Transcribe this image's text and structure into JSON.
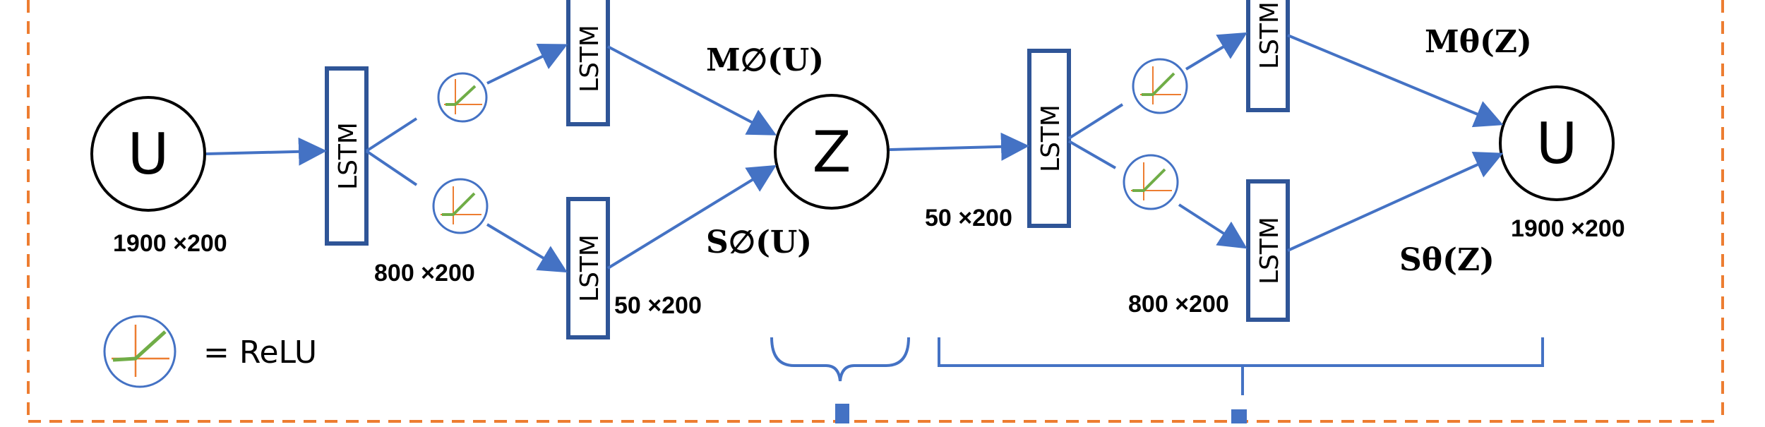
{
  "nodes": {
    "input_u": "U",
    "latent_z": "Z",
    "output_u": "U"
  },
  "lstm_label": "LSTM",
  "dims": {
    "input": "1900 ×200",
    "enc_lstm1": "800 ×200",
    "enc_lstm2": "50 ×200",
    "dec_lstm1": "50 ×200",
    "dec_lstm2": "800 ×200",
    "output": "1900 ×200"
  },
  "equations": {
    "m_phi_u": "M∅(U)",
    "s_phi_u": "S∅(U)",
    "m_theta_z": "Mθ(Z)",
    "s_theta_z": "Sθ(Z)"
  },
  "legend": {
    "label": "= ReLU"
  },
  "colors": {
    "accent_blue": "#4472c4",
    "box_blue": "#2f5597",
    "dashed_orange": "#ed7d31",
    "relu_green": "#70ad47",
    "axis_orange": "#ed7d31"
  }
}
